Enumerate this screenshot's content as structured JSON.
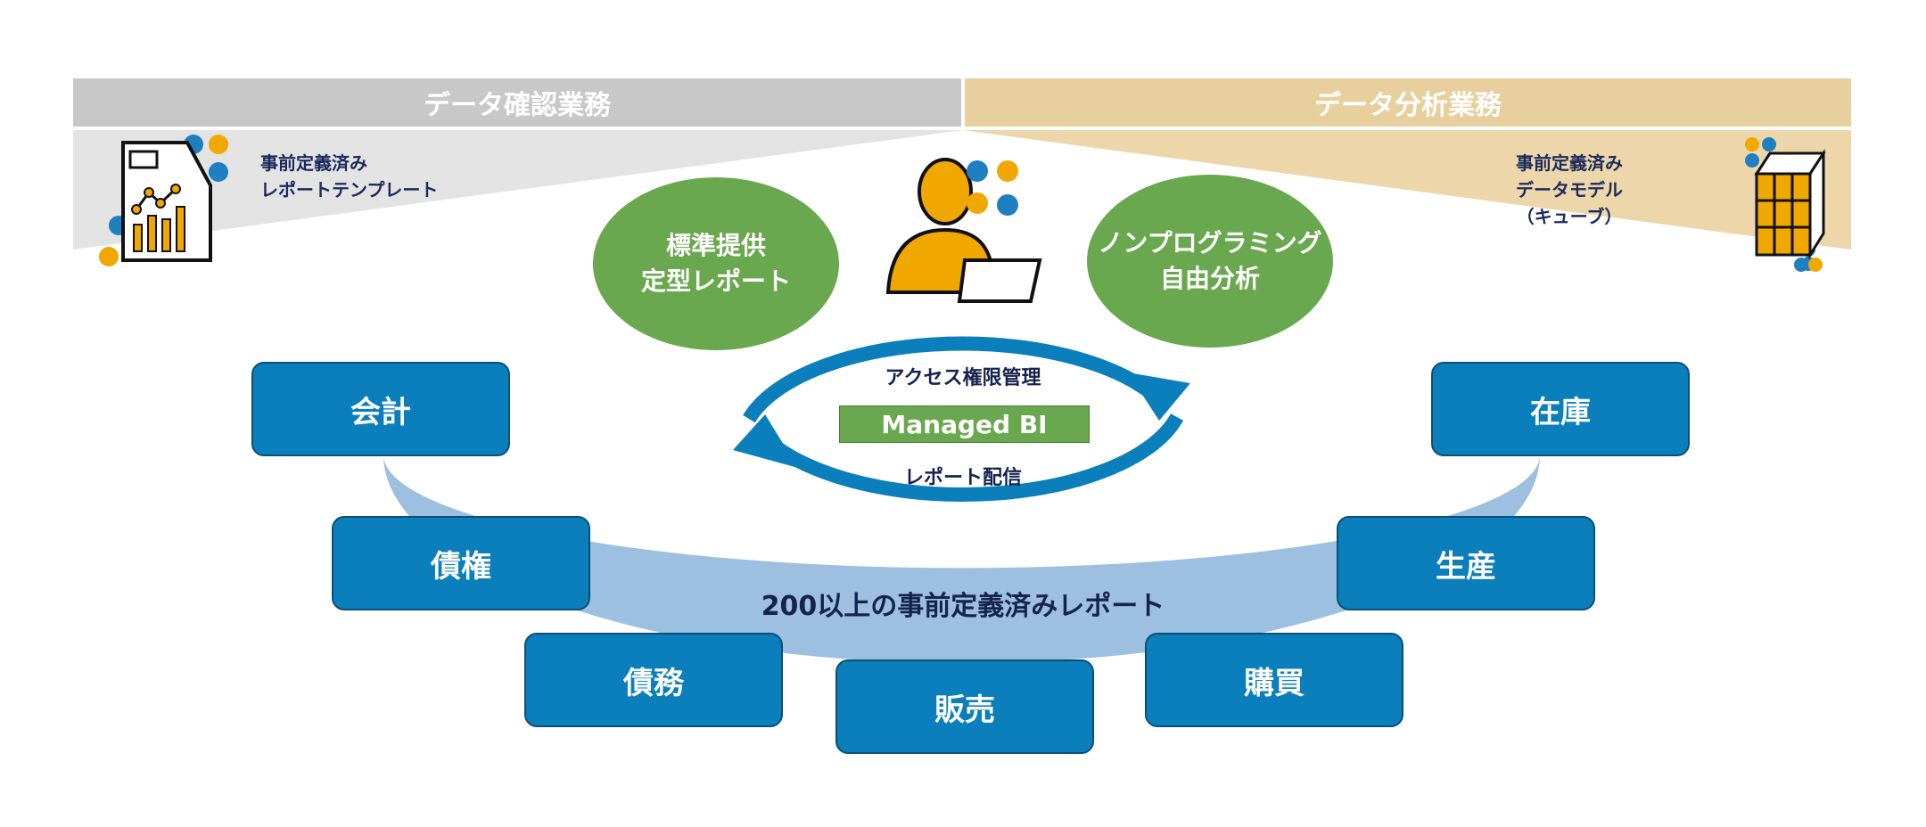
{
  "header": {
    "left": "データ確認業務",
    "right": "データ分析業務"
  },
  "left_label": {
    "line1": "事前定義済み",
    "line2": "レポートテンプレート"
  },
  "right_label": {
    "line1": "事前定義済み",
    "line2": "データモデル",
    "line3": "（キューブ）"
  },
  "circles": {
    "left": {
      "line1": "標準提供",
      "line2": "定型レポート"
    },
    "right": {
      "line1": "ノンプログラミング",
      "line2": "自由分析"
    }
  },
  "cycle": {
    "top": "アクセス権限管理",
    "center": "Managed BI",
    "bottom": "レポート配信"
  },
  "ribbon_label": "200以上の事前定義済みレポート",
  "modules": [
    "会計",
    "債権",
    "債務",
    "販売",
    "購買",
    "生産",
    "在庫"
  ],
  "colors": {
    "gray": "#c8c8c8",
    "tan": "#e8cf9e",
    "green": "#6aa84f",
    "blue": "#0a7fbb",
    "ribbon": "#9dbfe0",
    "orange": "#f0a800"
  }
}
